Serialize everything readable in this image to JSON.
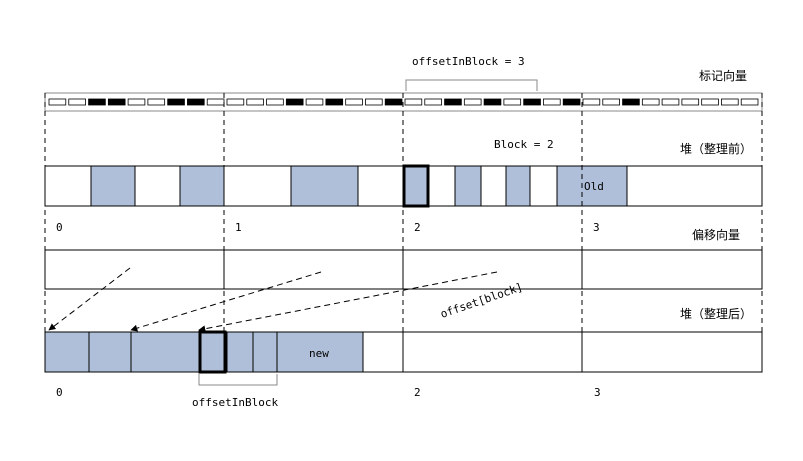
{
  "labels": {
    "offset_in_block_top": "offsetInBlock = 3",
    "mark_vector": "标记向量",
    "block_eq": "Block = 2",
    "heap_before": "堆（整理前）",
    "old": "Old",
    "offset_vector": "偏移向量",
    "offset_block": "offset[block]",
    "heap_after": "堆（整理后）",
    "new": "new",
    "offset_in_block_bottom": "offsetInBlock"
  },
  "block_numbers_top": [
    "0",
    "1",
    "2",
    "3"
  ],
  "block_numbers_bottom": [
    "0",
    "2",
    "3"
  ],
  "mark_bits": [
    0,
    0,
    1,
    1,
    0,
    0,
    1,
    1,
    0,
    0,
    0,
    0,
    1,
    0,
    1,
    0,
    0,
    1,
    0,
    0,
    1,
    0,
    1,
    0,
    1,
    0,
    1,
    0,
    0,
    1,
    0,
    0,
    0,
    0,
    0,
    0
  ],
  "colors": {
    "fill": "#afbfd9",
    "stroke": "#000000"
  }
}
